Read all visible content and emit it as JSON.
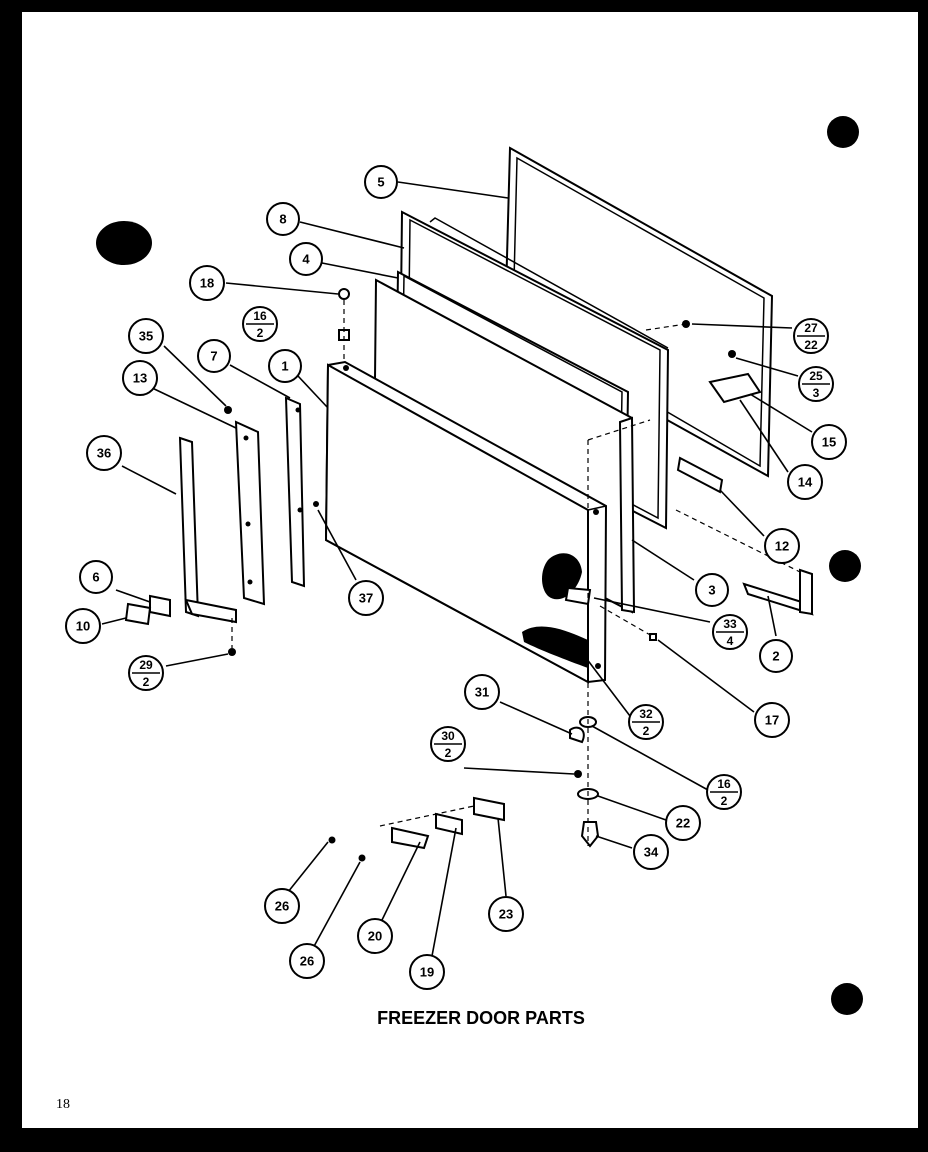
{
  "title": "FREEZER DOOR PARTS",
  "page_number": "18",
  "callouts": [
    {
      "id": "c5",
      "label": "5"
    },
    {
      "id": "c8",
      "label": "8"
    },
    {
      "id": "c4",
      "label": "4"
    },
    {
      "id": "c18",
      "label": "18"
    },
    {
      "id": "c16a",
      "top": "16",
      "bottom": "2"
    },
    {
      "id": "c35",
      "label": "35"
    },
    {
      "id": "c7",
      "label": "7"
    },
    {
      "id": "c1",
      "label": "1"
    },
    {
      "id": "c13",
      "label": "13"
    },
    {
      "id": "c36",
      "label": "36"
    },
    {
      "id": "c6",
      "label": "6"
    },
    {
      "id": "c10",
      "label": "10"
    },
    {
      "id": "c29",
      "top": "29",
      "bottom": "2"
    },
    {
      "id": "c37",
      "label": "37"
    },
    {
      "id": "c27",
      "top": "27",
      "bottom": "22"
    },
    {
      "id": "c25",
      "top": "25",
      "bottom": "3"
    },
    {
      "id": "c15",
      "label": "15"
    },
    {
      "id": "c14",
      "label": "14"
    },
    {
      "id": "c12",
      "label": "12"
    },
    {
      "id": "c3",
      "label": "3"
    },
    {
      "id": "c33",
      "top": "33",
      "bottom": "4"
    },
    {
      "id": "c2",
      "label": "2"
    },
    {
      "id": "c17",
      "label": "17"
    },
    {
      "id": "c31",
      "label": "31"
    },
    {
      "id": "c32",
      "top": "32",
      "bottom": "2"
    },
    {
      "id": "c30",
      "top": "30",
      "bottom": "2"
    },
    {
      "id": "c16b",
      "top": "16",
      "bottom": "2"
    },
    {
      "id": "c22",
      "label": "22"
    },
    {
      "id": "c34",
      "label": "34"
    },
    {
      "id": "c26a",
      "label": "26"
    },
    {
      "id": "c26b",
      "label": "26"
    },
    {
      "id": "c20",
      "label": "20"
    },
    {
      "id": "c19",
      "label": "19"
    },
    {
      "id": "c23",
      "label": "23"
    }
  ]
}
